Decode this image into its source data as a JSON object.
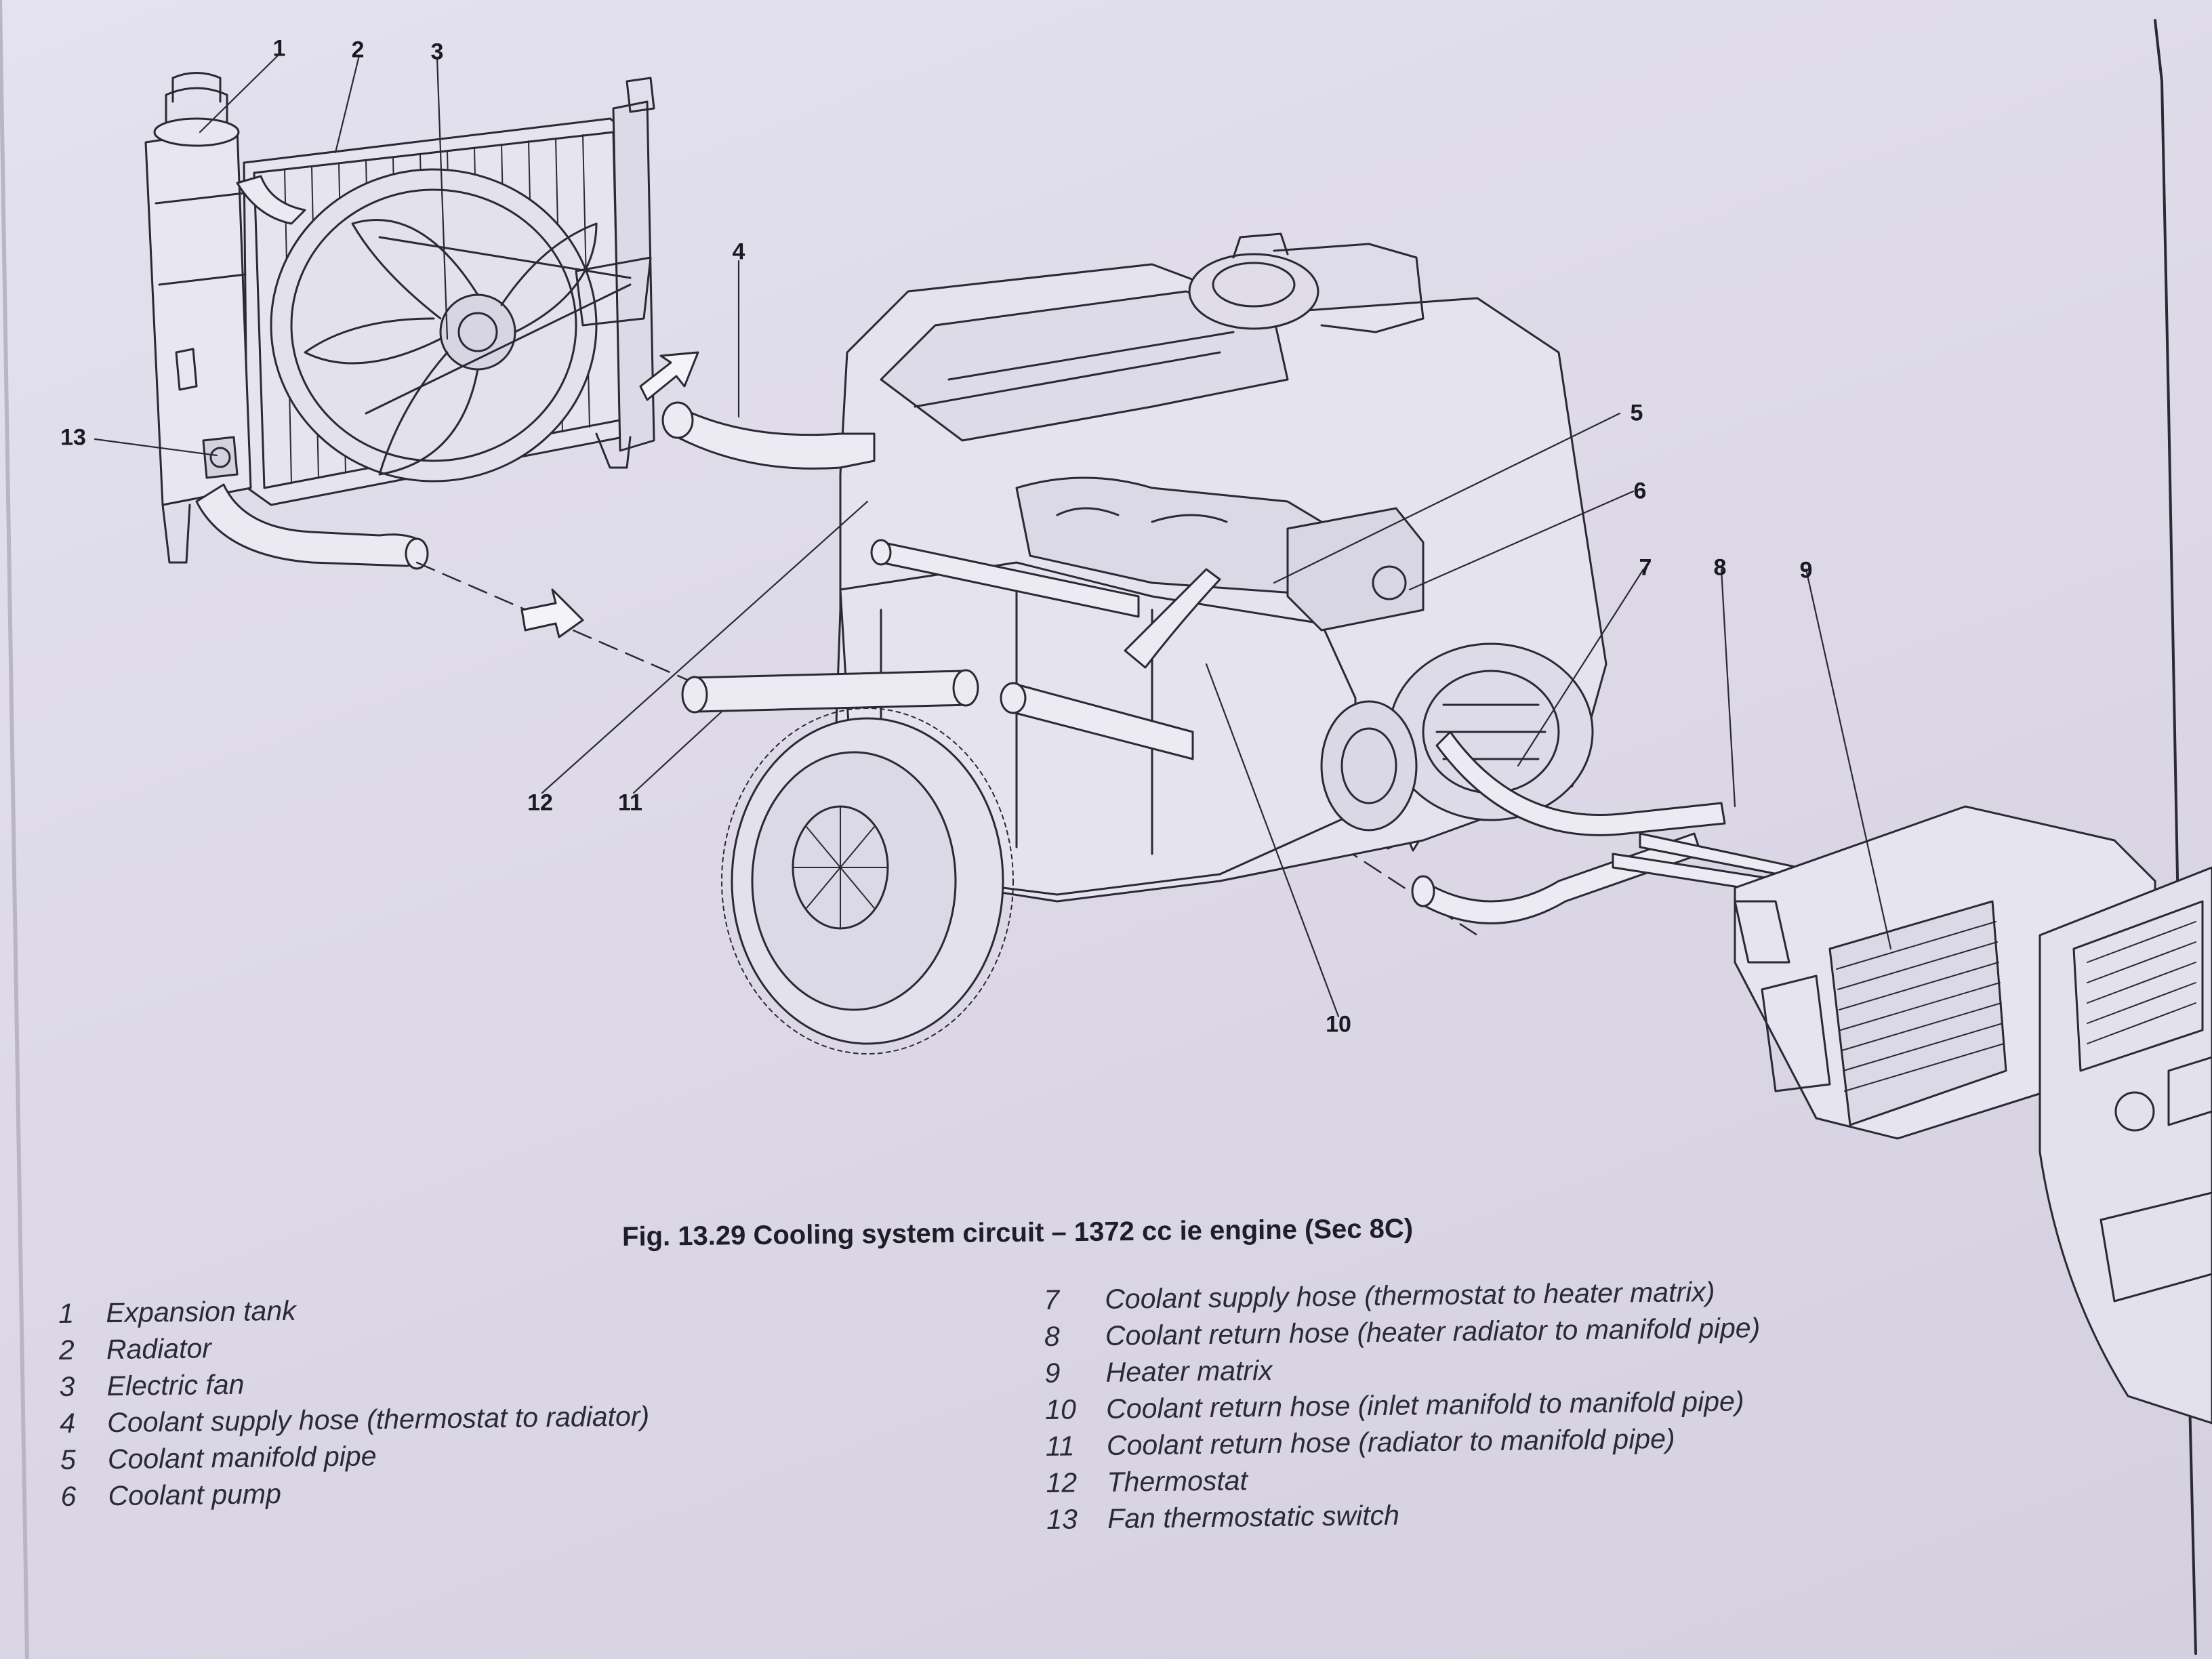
{
  "figure": {
    "caption": "Fig. 13.29 Cooling system circuit – 1372 cc ie engine (Sec 8C)"
  },
  "callouts": [
    {
      "id": "1",
      "label": "1"
    },
    {
      "id": "2",
      "label": "2"
    },
    {
      "id": "3",
      "label": "3"
    },
    {
      "id": "4",
      "label": "4"
    },
    {
      "id": "5",
      "label": "5"
    },
    {
      "id": "6",
      "label": "6"
    },
    {
      "id": "7",
      "label": "7"
    },
    {
      "id": "8",
      "label": "8"
    },
    {
      "id": "9",
      "label": "9"
    },
    {
      "id": "10",
      "label": "10"
    },
    {
      "id": "11",
      "label": "11"
    },
    {
      "id": "12",
      "label": "12"
    },
    {
      "id": "13",
      "label": "13"
    }
  ],
  "legend": {
    "left": [
      {
        "num": "1",
        "text": "Expansion tank"
      },
      {
        "num": "2",
        "text": "Radiator"
      },
      {
        "num": "3",
        "text": "Electric fan"
      },
      {
        "num": "4",
        "text": "Coolant supply hose (thermostat to radiator)"
      },
      {
        "num": "5",
        "text": "Coolant manifold pipe"
      },
      {
        "num": "6",
        "text": "Coolant pump"
      }
    ],
    "right": [
      {
        "num": "7",
        "text": "Coolant supply hose (thermostat to heater matrix)"
      },
      {
        "num": "8",
        "text": "Coolant return hose (heater radiator to manifold pipe)"
      },
      {
        "num": "9",
        "text": "Heater matrix"
      },
      {
        "num": "10",
        "text": "Coolant return hose (inlet manifold to manifold pipe)"
      },
      {
        "num": "11",
        "text": "Coolant return hose (radiator to manifold pipe)"
      },
      {
        "num": "12",
        "text": "Thermostat"
      },
      {
        "num": "13",
        "text": "Fan thermostatic switch"
      }
    ]
  },
  "colors": {
    "paper": "#e0dde9",
    "ink": "#1e1e28"
  }
}
